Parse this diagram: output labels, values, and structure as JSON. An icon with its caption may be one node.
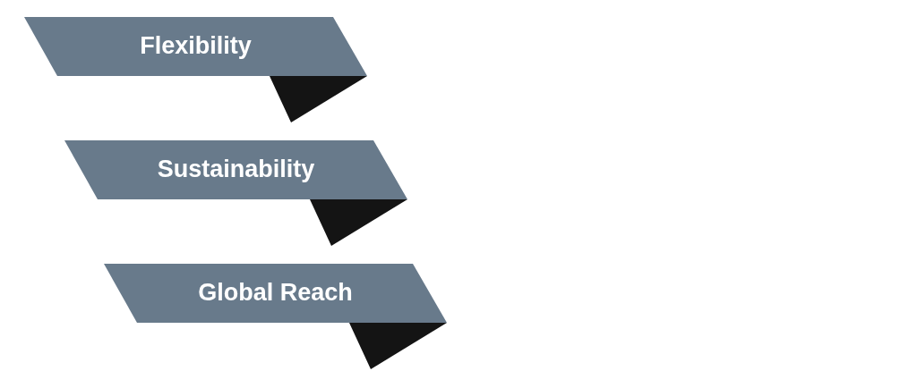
{
  "diagram": {
    "nodes": [
      {
        "text": [
          "Flexibility"
        ]
      },
      {
        "text": [
          "Sustainability"
        ]
      },
      {
        "text": [
          "Global Reach"
        ]
      }
    ]
  }
}
